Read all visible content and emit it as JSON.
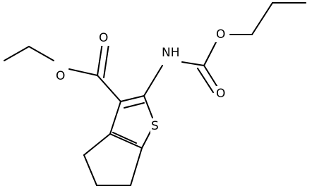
{
  "labels": {
    "carbonyl_oxygen_ester": "O",
    "ester_oxygen": "O",
    "amine": "NH",
    "carbonyl_oxygen_carbamate": "O",
    "carbamate_oxygen": "O",
    "sulfur": "S"
  },
  "colors": {
    "bond": "#000000",
    "text": "#000000",
    "background": "#ffffff"
  }
}
